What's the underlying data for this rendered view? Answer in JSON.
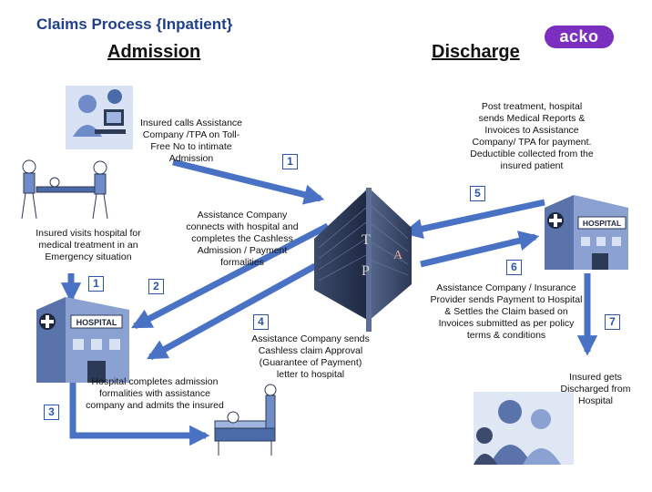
{
  "header": {
    "title": "Claims Process {Inpatient}",
    "logo": "acko"
  },
  "sections": {
    "admission": "Admission",
    "discharge": "Discharge"
  },
  "center": {
    "letters": [
      "T",
      "P",
      "A"
    ]
  },
  "building": {
    "sign": "HOSPITAL"
  },
  "steps": [
    {
      "number": "1",
      "text": "Insured calls Assistance Company /TPA on Toll-Free No to intimate Admission"
    },
    {
      "number": "1",
      "text": "Insured visits hospital for medical treatment in an Emergency situation"
    },
    {
      "number": "2",
      "text": "Assistance Company connects with hospital and completes the Cashless Admission / Payment formalities"
    },
    {
      "number": "3",
      "text": "Hospital completes admission formalities with assistance company and admits the insured"
    },
    {
      "number": "4",
      "text": "Assistance Company sends Cashless claim Approval (Guarantee of Payment) letter to hospital"
    },
    {
      "number": "5",
      "text": "Post treatment, hospital sends Medical Reports & Invoices to Assistance Company/ TPA  for payment. Deductible collected from the insured patient"
    },
    {
      "number": "6",
      "text": "Assistance Company / Insurance Provider  sends Payment to Hospital & Settles the Claim based on Invoices submitted as per policy terms & conditions"
    },
    {
      "number": "7",
      "text": "Insured gets Discharged from Hospital"
    }
  ],
  "colors": {
    "arrow": "#4a72c4",
    "title": "#1f3f8f",
    "logo": "#7b2fbf",
    "building": "#2d3a55",
    "hospital": "#7f96c8"
  },
  "icons": [
    "phone-call-icon",
    "stretcher-icon",
    "hospital-icon",
    "tpa-building-icon",
    "patient-bed-icon",
    "family-icon"
  ]
}
